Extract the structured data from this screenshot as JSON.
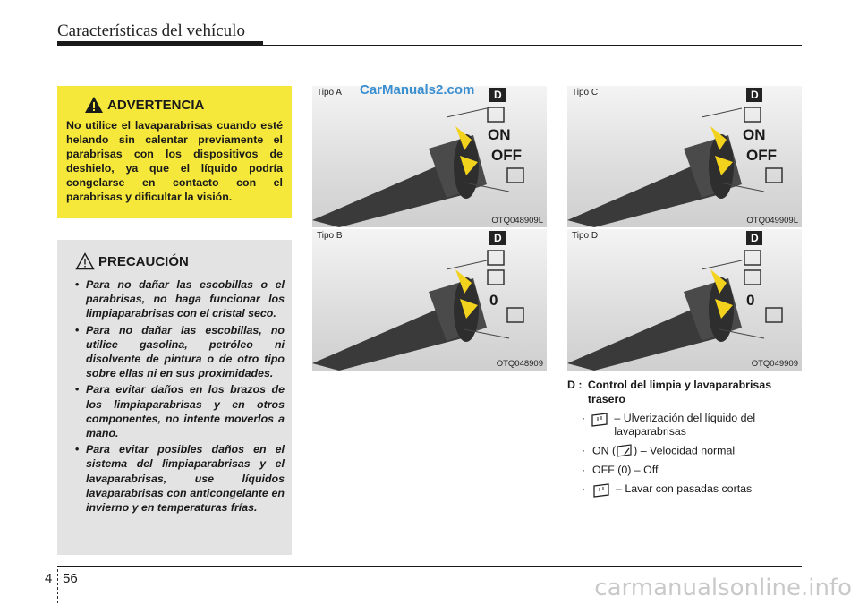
{
  "header": {
    "title": "Características del vehículo"
  },
  "warning": {
    "title": "ADVERTENCIA",
    "text": "No utilice el lavaparabrisas cuando esté helando sin calentar previamente el parabrisas con los dispositivos de deshielo, ya que el líquido podría congelarse en contacto con el parabrisas y dificultar la visión."
  },
  "caution": {
    "title": "PRECAUCIÓN",
    "items": [
      "Para no dañar las escobillas o el parabrisas, no haga funcionar los limpiaparabrisas con el cristal seco.",
      "Para no dañar las escobillas, no utilice gasolina, petróleo ni disolvente de pintura o de otro tipo sobre ellas ni en sus proximidades.",
      "Para evitar daños en los brazos de los limpiaparabrisas y en otros componentes, no intente moverlos a mano.",
      "Para evitar posibles daños en el sistema del limpiaparabrisas y el lavaparabrisas, use líquidos lavaparabrisas con anticongelante en invierno y en temperaturas frías."
    ]
  },
  "watermark": "CarManuals2.com",
  "figures": [
    {
      "type": "Tipo A",
      "code": "OTQ048909L",
      "badge": "D",
      "on": "ON",
      "off": "OFF"
    },
    {
      "type": "Tipo C",
      "code": "OTQ049909L",
      "badge": "D",
      "on": "ON",
      "off": "OFF"
    },
    {
      "type": "Tipo B",
      "code": "OTQ048909",
      "badge": "D",
      "zero": "0"
    },
    {
      "type": "Tipo D",
      "code": "OTQ049909",
      "badge": "D",
      "zero": "0"
    }
  ],
  "description": {
    "key": "D :",
    "title": "Control del limpia y lavaparabrisas trasero",
    "items": [
      {
        "bullet": "·",
        "text": "– Ulverización del líquido del lavaparabrisas",
        "icon": "washer-spray-icon"
      },
      {
        "bullet": "·",
        "prefix": "ON (",
        "suffix": ") – Velocidad normal",
        "icon": "wiper-icon"
      },
      {
        "bullet": "·",
        "text": "OFF (0) – Off"
      },
      {
        "bullet": "·",
        "text": "– Lavar con pasadas cortas",
        "icon": "washer-spray-icon"
      }
    ]
  },
  "footer": {
    "section": "4",
    "page": "56",
    "site": "carmanualsonline.info"
  }
}
